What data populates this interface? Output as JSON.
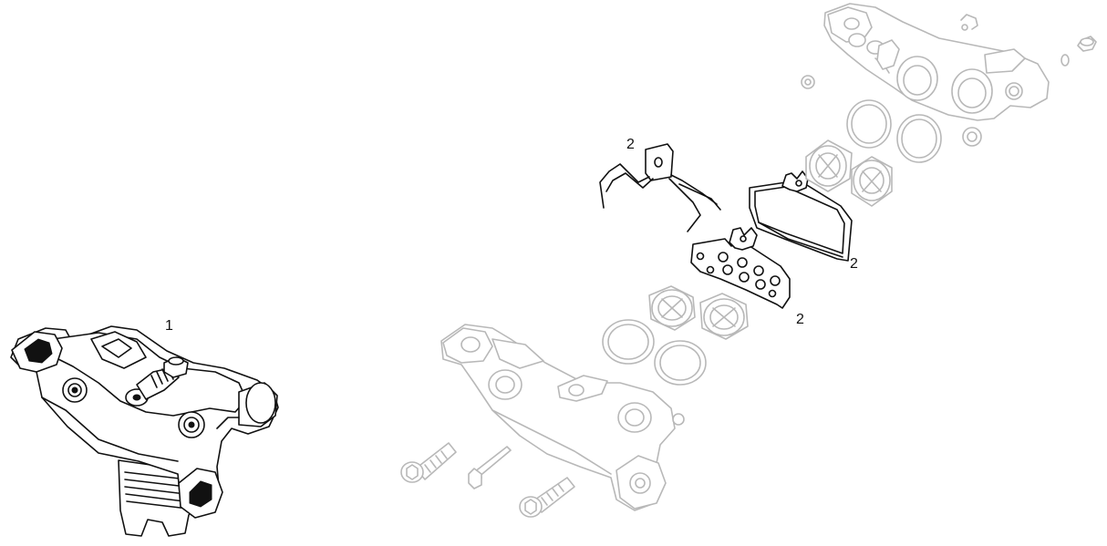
{
  "callouts": [
    {
      "id": "caliper",
      "label": "1"
    },
    {
      "id": "pad-spring",
      "label": "2"
    },
    {
      "id": "pad-rear",
      "label": "2"
    },
    {
      "id": "pad-front",
      "label": "2"
    }
  ],
  "colors": {
    "ink": "#111111",
    "ghost": "#b8b8b8",
    "background": "#ffffff"
  }
}
